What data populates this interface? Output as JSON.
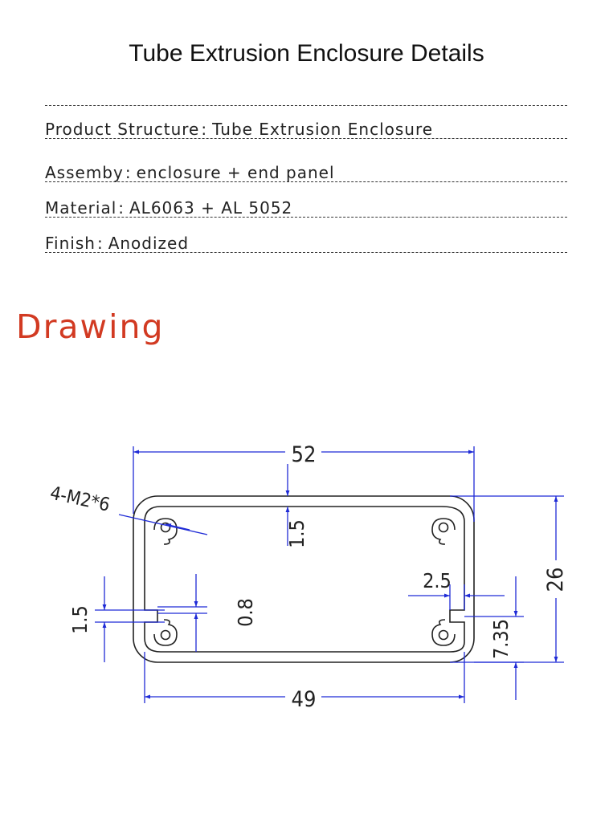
{
  "header": {
    "title": "Tube Extrusion Enclosure Details"
  },
  "specs": [
    {
      "label": "Product Structure",
      "sep": ":",
      "value": "Tube Extrusion Enclosure"
    },
    {
      "label": "Assemby",
      "sep": ":",
      "value": "enclosure + end panel"
    },
    {
      "label": "Material",
      "sep": ":",
      "value": "AL6063 + AL 5052"
    },
    {
      "label": "Finish",
      "sep": ":",
      "value": "Anodized"
    }
  ],
  "section": {
    "title": "Drawing"
  },
  "drawing": {
    "line_color": "#1f2bd6",
    "outline_color": "#222222",
    "dimensions": {
      "overall_width": "52",
      "inner_width": "49",
      "height": "26",
      "top_wall": "1.5",
      "rail_thickness": "1.5",
      "inner_gap": "0.8",
      "slot_width": "2.5",
      "slot_height": "7.35",
      "screw_spec": "4-M2*6"
    }
  }
}
